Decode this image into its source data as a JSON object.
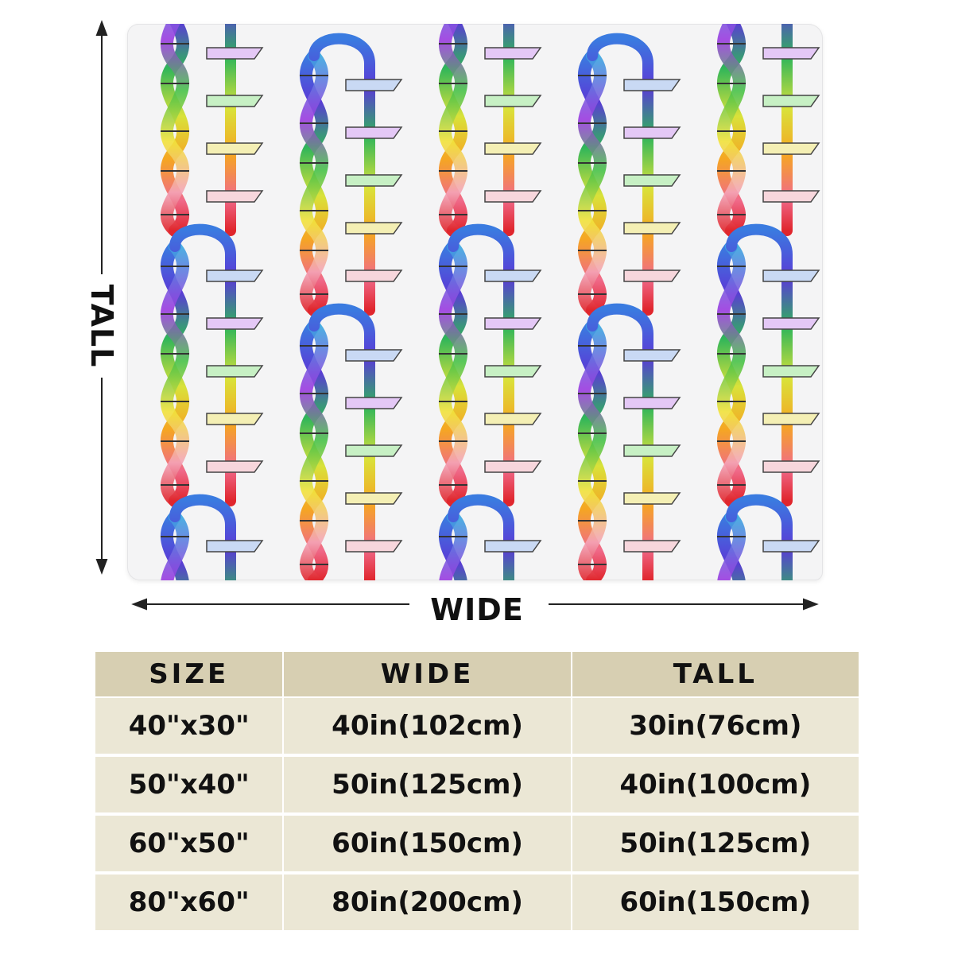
{
  "dimensions": {
    "tall_label": "TALL",
    "wide_label": "WIDE"
  },
  "size_table": {
    "headers": [
      "SIZE",
      "WIDE",
      "TALL"
    ],
    "rows": [
      [
        "40\"x30\"",
        "40in(102cm)",
        "30in(76cm)"
      ],
      [
        "50\"x40\"",
        "50in(125cm)",
        "40in(100cm)"
      ],
      [
        "60\"x50\"",
        "60in(150cm)",
        "50in(125cm)"
      ],
      [
        "80\"x60\"",
        "80in(200cm)",
        "60in(150cm)"
      ]
    ]
  },
  "colors": {
    "header_bg": "#d7cfb2",
    "row_bg": "#ebe7d5",
    "blanket_bg": "#f4f4f5"
  }
}
